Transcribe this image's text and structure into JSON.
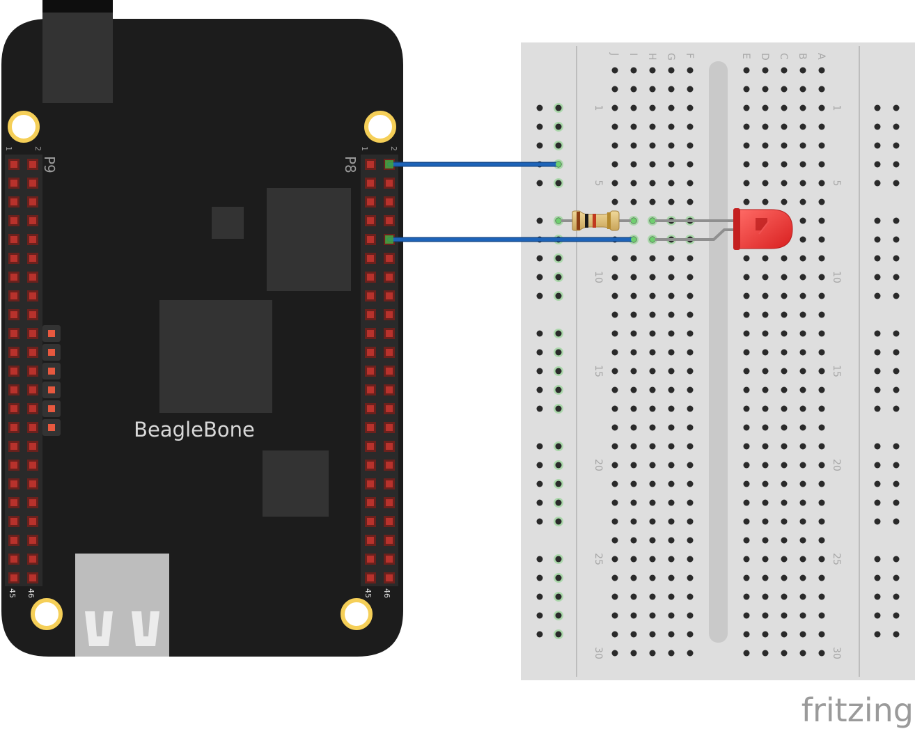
{
  "board": {
    "name": "BeagleBone",
    "header_left": "P9",
    "header_right": "P8",
    "pin_labels": {
      "top_odd": "1",
      "top_even": "2",
      "bottom_odd": "45",
      "bottom_even": "46"
    },
    "colors": {
      "pcb": "#1c1c1c",
      "pin": "#b8322c",
      "hole_ring": "#f5cf58",
      "chip": "#333333"
    }
  },
  "breadboard": {
    "columns_left": [
      "J",
      "I",
      "H",
      "G",
      "F"
    ],
    "columns_right": [
      "E",
      "D",
      "C",
      "B",
      "A"
    ],
    "row_numbers": [
      "1",
      "5",
      "10",
      "15",
      "20",
      "25",
      "30"
    ],
    "colors": {
      "body": "#dedede",
      "hole": "#2a2a2a",
      "active": "#7fd17f"
    }
  },
  "components": {
    "resistor": "resistor",
    "led": "red LED",
    "led_color": "#e8322e",
    "wire_color": "#1d63b8"
  },
  "logo": "fritzing"
}
